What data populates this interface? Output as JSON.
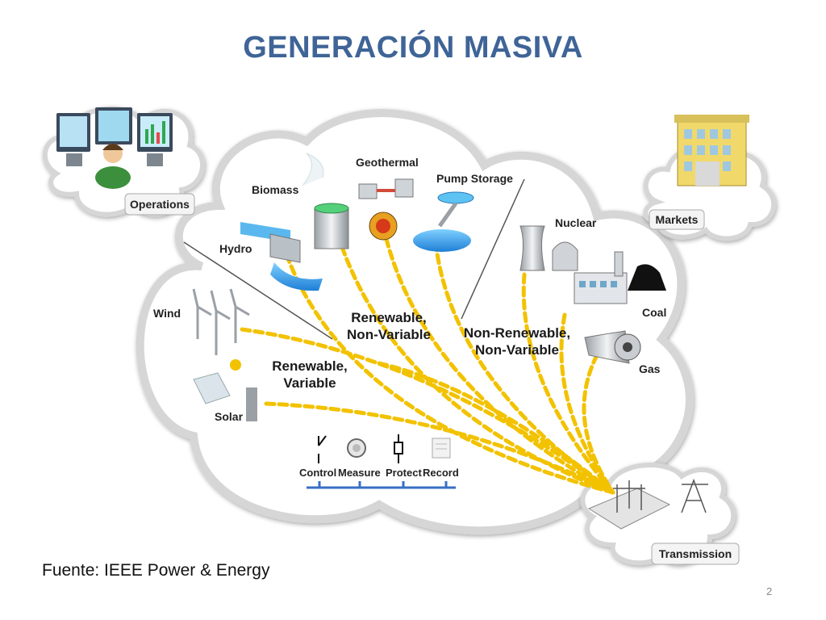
{
  "title": "GENERACIÓN MASIVA",
  "source": "Fuente: IEEE Power & Energy",
  "page_number": "2",
  "diagram": {
    "nodes": {
      "operations": "Operations",
      "markets": "Markets",
      "transmission": "Transmission",
      "biomass": "Biomass",
      "geothermal": "Geothermal",
      "pump_storage": "Pump Storage",
      "hydro": "Hydro",
      "nuclear": "Nuclear",
      "wind": "Wind",
      "coal": "Coal",
      "gas": "Gas",
      "solar": "Solar"
    },
    "categories": {
      "renewable_nonvariable_1": "Renewable,",
      "renewable_nonvariable_2": "Non-Variable",
      "nonrenewable_nonvariable_1": "Non-Renewable,",
      "nonrenewable_nonvariable_2": "Non-Variable",
      "renewable_variable_1": "Renewable,",
      "renewable_variable_2": "Variable"
    },
    "functions": {
      "control": "Control",
      "measure": "Measure",
      "protect": "Protect",
      "record": "Record"
    },
    "colors": {
      "title": "#3f6497",
      "flow": "#f2c200",
      "cloud_stroke": "#d6d6d6",
      "bus": "#3a6fc4"
    }
  }
}
